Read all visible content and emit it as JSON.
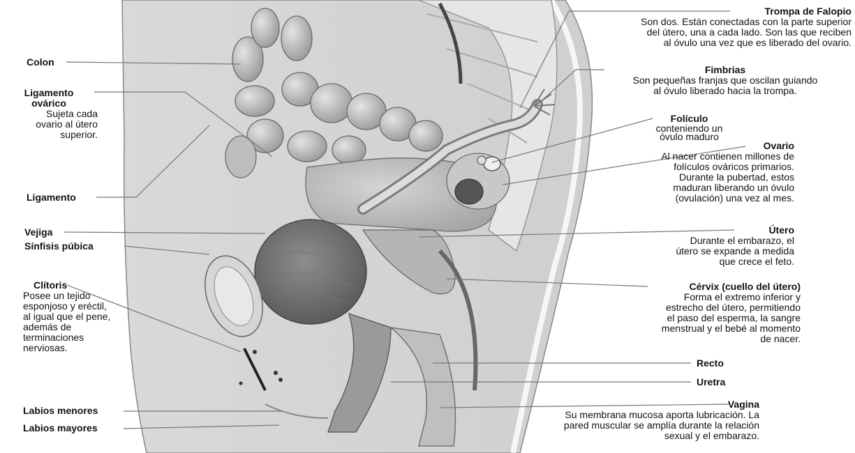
{
  "labels": {
    "colon": {
      "title": "Colon"
    },
    "ligamento_ovarico": {
      "title_1": "Ligamento",
      "title_2": "ovárico",
      "desc": [
        "Sujeta cada",
        "ovario al útero",
        "superior."
      ]
    },
    "ligamento": {
      "title": "Ligamento"
    },
    "vejiga": {
      "title": "Vejiga"
    },
    "sinfisis": {
      "title": "Sínfisis púbica"
    },
    "clitoris": {
      "title": "Clítoris",
      "desc": [
        "Posee un tejido",
        "esponjoso y eréctil,",
        "al igual que el pene,",
        "además de",
        "terminaciones",
        "nerviosas."
      ]
    },
    "labios_menores": {
      "title": "Labios menores"
    },
    "labios_mayores": {
      "title": "Labios mayores"
    },
    "trompa": {
      "title": "Trompa de Falopio",
      "desc": [
        "Son dos. Están conectadas con la parte superior",
        "del útero, una a cada lado. Son las que reciben",
        "al óvulo una vez que es liberado del ovario."
      ]
    },
    "fimbrias": {
      "title": "Fimbrias",
      "desc": [
        "Son pequeñas franjas que oscilan guiando",
        "al óvulo liberado hacia la trompa."
      ]
    },
    "foliculo": {
      "title": "Folículo",
      "desc": [
        "conteniendo un",
        "óvulo maduro"
      ]
    },
    "ovario": {
      "title": "Ovario",
      "desc": [
        "Al nacer contienen millones de",
        "folículos ováricos primarios.",
        "Durante la pubertad, estos",
        "maduran liberando un óvulo",
        "(ovulación) una vez al mes."
      ]
    },
    "utero": {
      "title": "Útero",
      "desc": [
        "Durante el embarazo, el",
        "útero se expande a medida",
        "que crece el feto."
      ]
    },
    "cervix": {
      "title": "Cérvix (cuello del útero)",
      "desc": [
        "Forma el extremo inferior y",
        "estrecho del útero, permitiendo",
        "el paso del esperma, la sangre",
        "menstrual y el bebé al momento",
        "de nacer."
      ]
    },
    "recto": {
      "title": "Recto"
    },
    "uretra": {
      "title": "Uretra"
    },
    "vagina": {
      "title": "Vagina",
      "desc": [
        "Su membrana mucosa aporta lubricación. La",
        "pared muscular se amplía durante la relación",
        "sexual y el embarazo."
      ]
    }
  }
}
